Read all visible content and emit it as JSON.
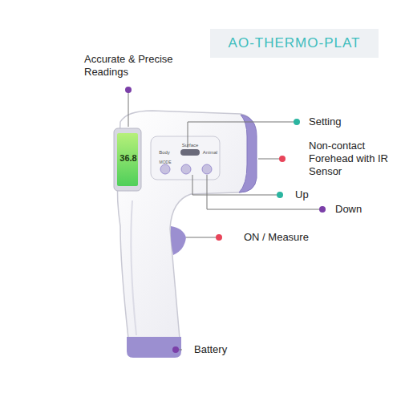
{
  "diagram": {
    "title": "AO-THERMO-PLAT",
    "labels": [
      "Accurate & Precise Readings",
      "Setting",
      "Non-contact Forehead with IR Sensor",
      "Up",
      "Down",
      "ON / Measure",
      "Battery",
      "36.8",
      "Surface",
      "Body",
      "Animal",
      "MODE"
    ]
  }
}
